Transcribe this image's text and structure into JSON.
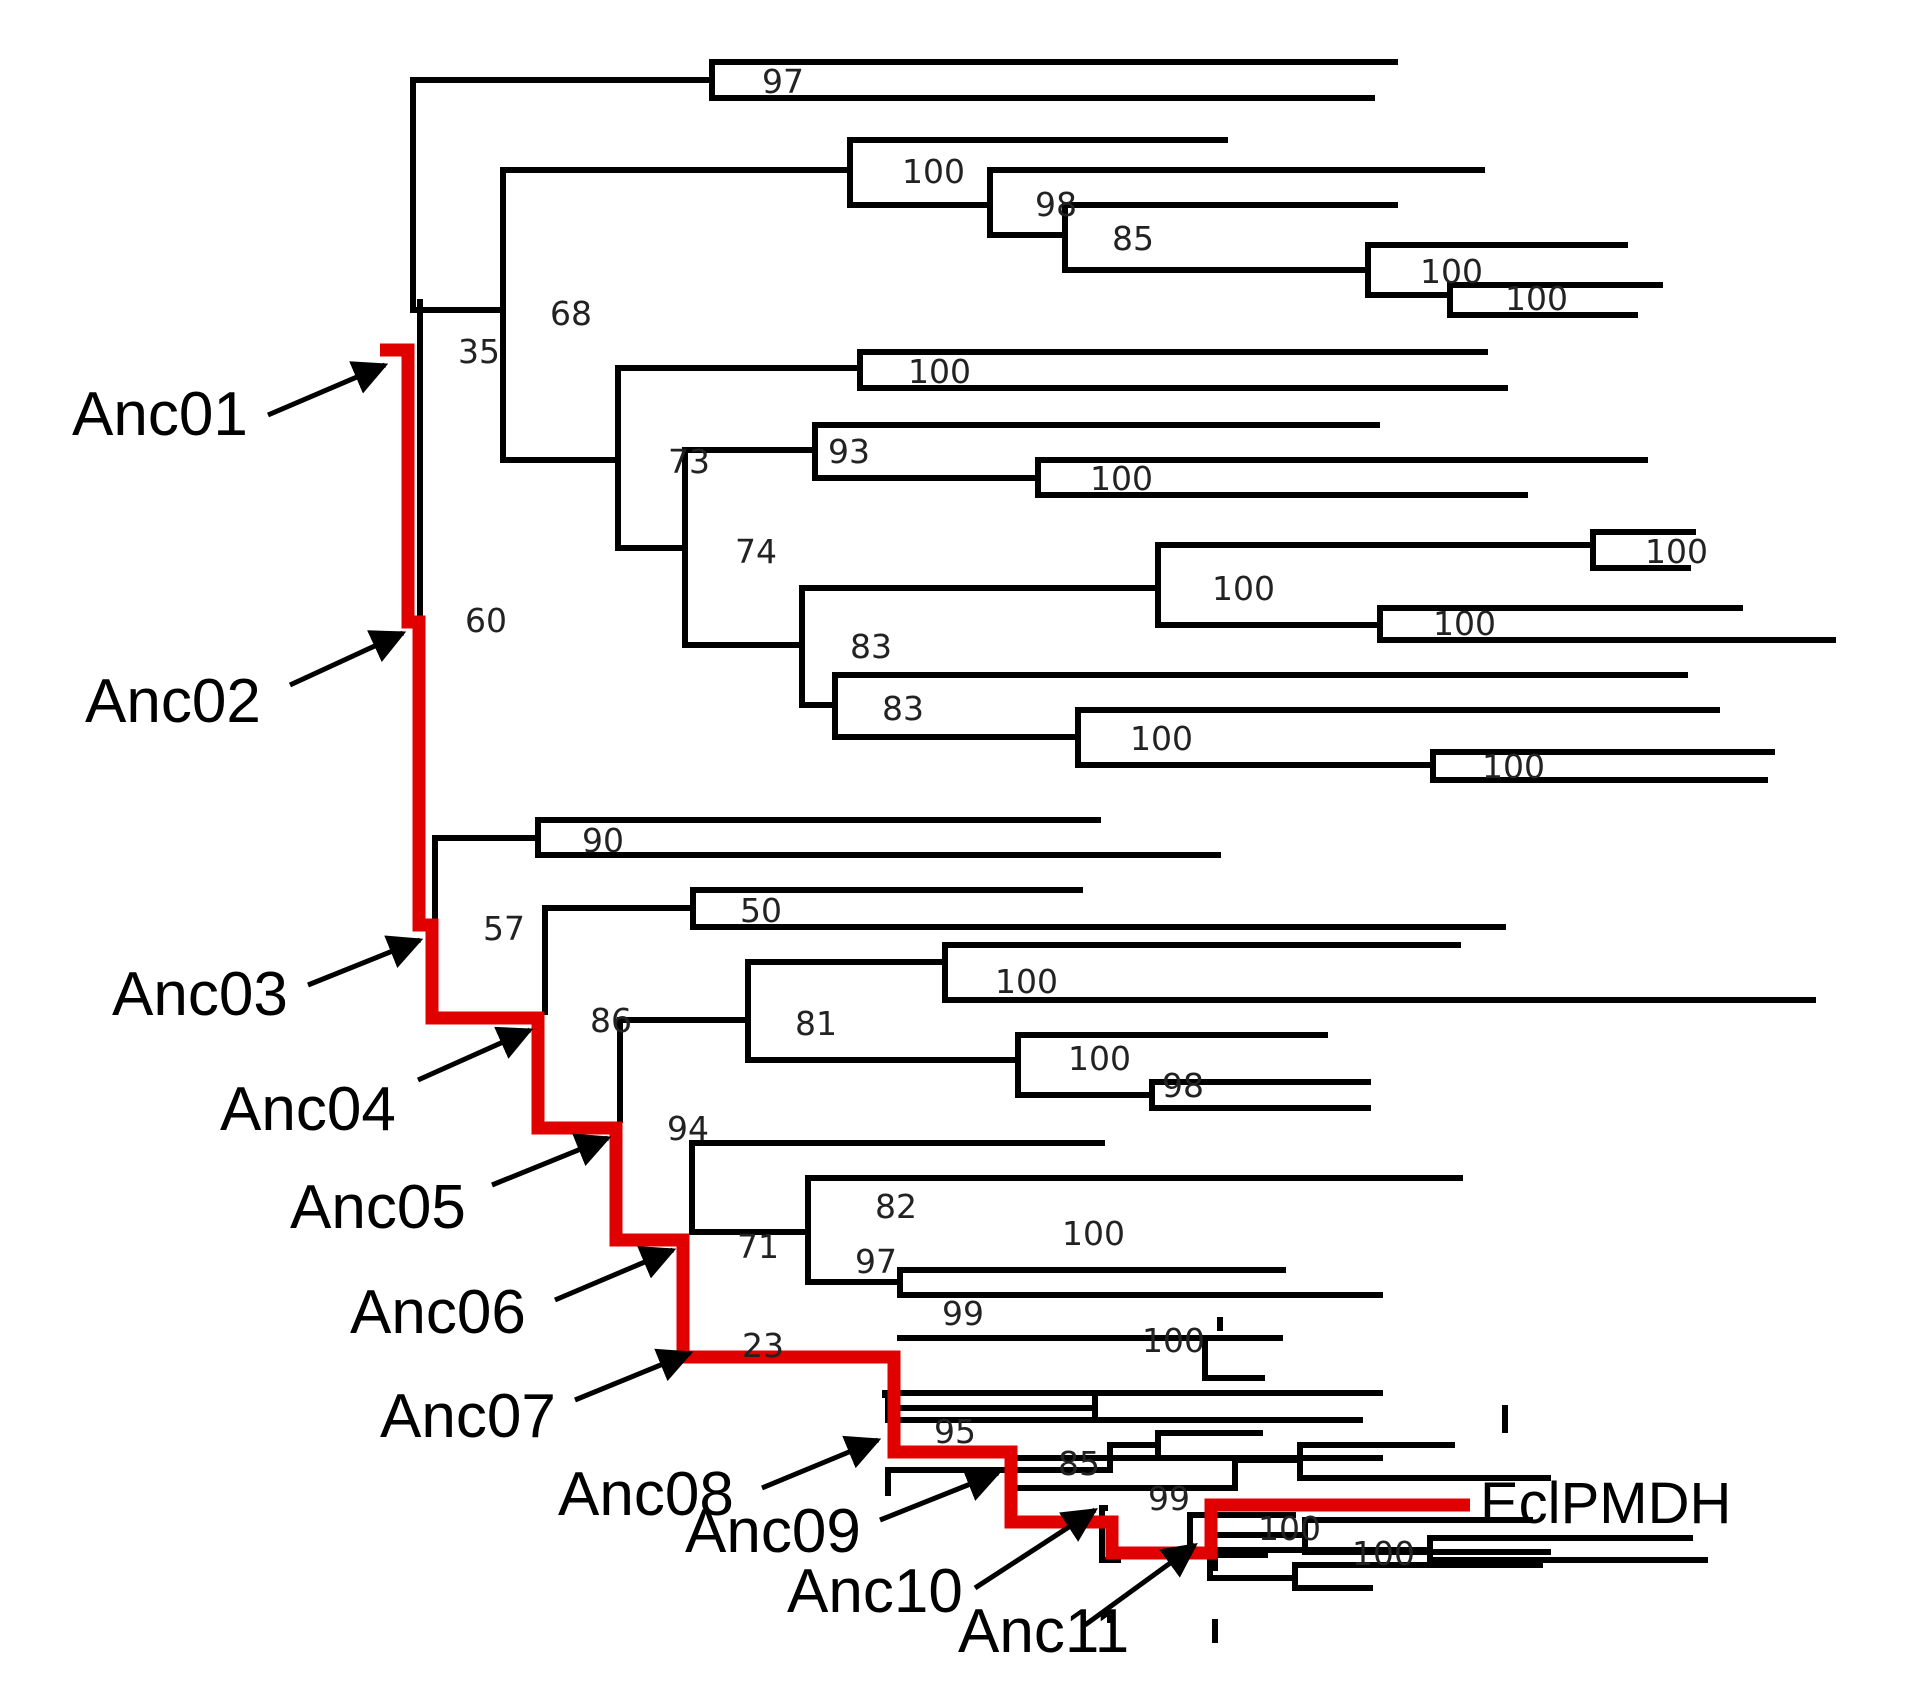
{
  "colors": {
    "tree": "#000000",
    "highlight": "#e00000"
  },
  "target_leaf": "EclPMDH",
  "ancestors": [
    "Anc01",
    "Anc02",
    "Anc03",
    "Anc04",
    "Anc05",
    "Anc06",
    "Anc07",
    "Anc08",
    "Anc09",
    "Anc10",
    "Anc11"
  ],
  "bootstrap": [
    "97",
    "100",
    "98",
    "85",
    "100",
    "100",
    "68",
    "35",
    "100",
    "73",
    "93",
    "100",
    "74",
    "100",
    "100",
    "100",
    "83",
    "83",
    "100",
    "100",
    "60",
    "90",
    "57",
    "50",
    "86",
    "81",
    "100",
    "100",
    "98",
    "94",
    "82",
    "100",
    "71",
    "97",
    "99",
    "100",
    "23",
    "95",
    "85",
    "99",
    "100",
    "100"
  ]
}
